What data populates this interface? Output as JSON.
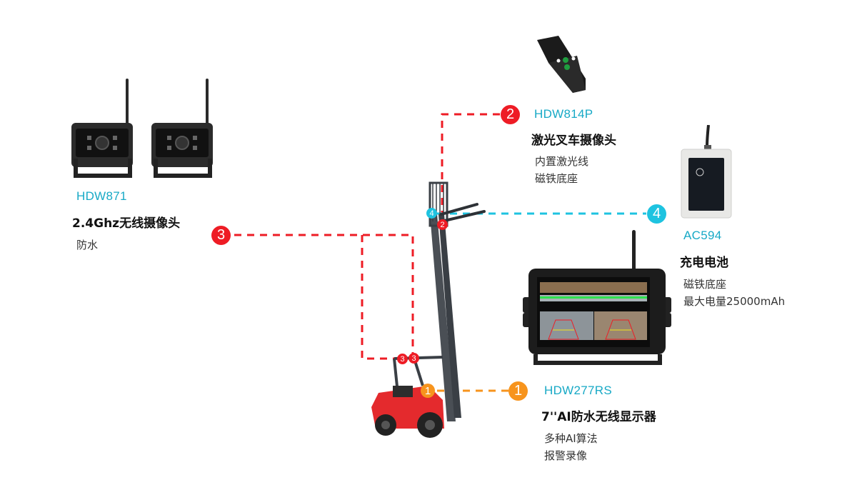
{
  "colors": {
    "model_text": "#17a9c6",
    "red": "#ee1c25",
    "cyan": "#1ec3e0",
    "orange": "#f7941d"
  },
  "products": [
    {
      "number": "1",
      "model": "HDW277RS",
      "title": "7''AI防水无线显示器",
      "features": [
        "多种AI算法",
        "报警录像"
      ],
      "badge_color": "orange",
      "image": "7-inch-wireless-monitor"
    },
    {
      "number": "2",
      "model": "HDW814P",
      "title": "激光叉车摄像头",
      "features": [
        "内置激光线",
        "磁铁底座"
      ],
      "badge_color": "red",
      "image": "laser-forklift-camera"
    },
    {
      "number": "3",
      "model": "HDW871",
      "title": "2.4Ghz无线摄像头",
      "features": [
        "防水"
      ],
      "badge_color": "red",
      "image": "wireless-camera-pair"
    },
    {
      "number": "4",
      "model": "AC594",
      "title": "充电电池",
      "features": [
        "磁铁底座",
        "最大电量25000mAh"
      ],
      "badge_color": "cyan",
      "image": "rechargeable-battery"
    }
  ],
  "forklift_markers": [
    {
      "number": "4",
      "color": "cyan",
      "location": "fork-carriage"
    },
    {
      "number": "2",
      "color": "red",
      "location": "fork-carriage"
    },
    {
      "number": "3",
      "color": "red",
      "location": "overhead-guard-left"
    },
    {
      "number": "3",
      "color": "red",
      "location": "overhead-guard-right"
    },
    {
      "number": "1",
      "color": "orange",
      "location": "cab-front"
    }
  ]
}
